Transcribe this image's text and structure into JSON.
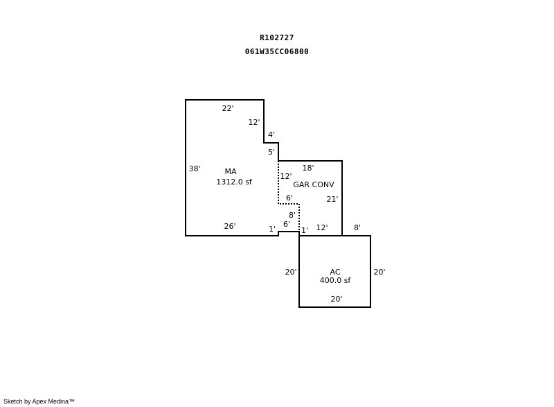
{
  "header": {
    "line1": "R102727",
    "line2": "061W35CC06800"
  },
  "areas": {
    "ma": {
      "name": "MA",
      "area": "1312.0 sf"
    },
    "gar": {
      "name": "GAR CONV"
    },
    "ac": {
      "name": "AC",
      "area": "400.0 sf"
    }
  },
  "dims": {
    "ma_top": "22'",
    "ma_step_12": "12'",
    "ma_step_4": "4'",
    "ma_step_5": "5'",
    "ma_left": "38'",
    "ma_bottom": "26'",
    "ma_bottom_1": "1'",
    "gar_top": "18'",
    "gar_inner_12": "12'",
    "gar_right": "21'",
    "gar_inner_6a": "6'",
    "gar_inner_8": "8'",
    "gar_inner_6b": "6'",
    "gar_bottom_1": "1'",
    "gar_bottom_12": "12'",
    "ac_top_8": "8'",
    "ac_left": "20'",
    "ac_right": "20'",
    "ac_bottom": "20'"
  },
  "footer": "Sketch by Apex Medina™"
}
